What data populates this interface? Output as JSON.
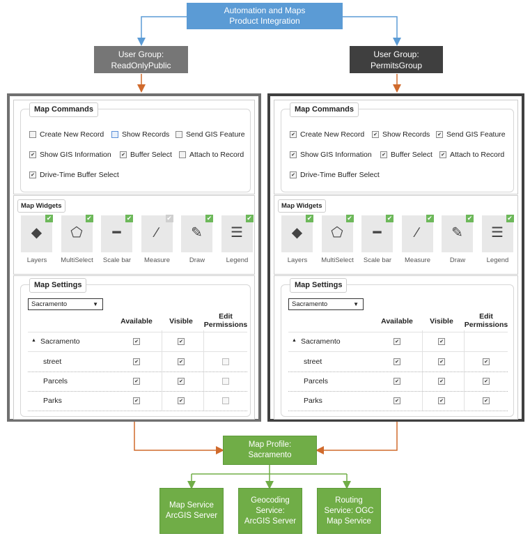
{
  "top_box": {
    "line1": "Automation and Maps",
    "line2": "Product Integration"
  },
  "groups": [
    {
      "line1": "User Group:",
      "line2": "ReadOnlyPublic",
      "color": "#767676"
    },
    {
      "line1": "User Group:",
      "line2": "PermitsGroup",
      "color": "#3f3f3f"
    }
  ],
  "panels": [
    {
      "commands_title": "Map Commands",
      "commands": [
        {
          "label": "Create New Record",
          "checked": false,
          "highlight": false
        },
        {
          "label": "Show Records",
          "checked": false,
          "highlight": true
        },
        {
          "label": "Send GIS Feature",
          "checked": false,
          "highlight": false
        },
        {
          "label": "Show GIS Information",
          "checked": true,
          "highlight": false
        },
        {
          "label": "Buffer Select",
          "checked": true,
          "highlight": false
        },
        {
          "label": "Attach to Record",
          "checked": false,
          "highlight": false
        },
        {
          "label": "Drive-Time Buffer Select",
          "checked": true,
          "highlight": false
        }
      ],
      "widgets_title": "Map Widgets",
      "widgets": [
        {
          "label": "Layers",
          "icon": "layers-icon",
          "on": true
        },
        {
          "label": "MultiSelect",
          "icon": "multiselect-icon",
          "on": true
        },
        {
          "label": "Scale bar",
          "icon": "scalebar-icon",
          "on": true
        },
        {
          "label": "Measure",
          "icon": "measure-icon",
          "on": false
        },
        {
          "label": "Draw",
          "icon": "draw-icon",
          "on": true
        },
        {
          "label": "Legend",
          "icon": "legend-icon",
          "on": true
        }
      ],
      "settings_title": "Map Settings",
      "select_value": "Sacramento",
      "columns": [
        "Available",
        "Visible",
        "Edit Permissions"
      ],
      "rows": [
        {
          "label": "Sacramento",
          "tree": true,
          "available": true,
          "visible": true,
          "edit": null
        },
        {
          "label": "street",
          "tree": false,
          "available": true,
          "visible": true,
          "edit": false
        },
        {
          "label": "Parcels",
          "tree": false,
          "available": true,
          "visible": true,
          "edit": false
        },
        {
          "label": "Parks",
          "tree": false,
          "available": true,
          "visible": true,
          "edit": false
        }
      ]
    },
    {
      "commands_title": "Map Commands",
      "commands": [
        {
          "label": "Create New Record",
          "checked": true,
          "highlight": false
        },
        {
          "label": "Show Records",
          "checked": true,
          "highlight": false
        },
        {
          "label": "Send GIS Feature",
          "checked": true,
          "highlight": false
        },
        {
          "label": "Show GIS Information",
          "checked": true,
          "highlight": false
        },
        {
          "label": "Buffer Select",
          "checked": true,
          "highlight": false
        },
        {
          "label": "Attach to Record",
          "checked": true,
          "highlight": false
        },
        {
          "label": "Drive-Time Buffer Select",
          "checked": true,
          "highlight": false
        }
      ],
      "widgets_title": "Map Widgets",
      "widgets": [
        {
          "label": "Layers",
          "icon": "layers-icon",
          "on": true
        },
        {
          "label": "MultiSelect",
          "icon": "multiselect-icon",
          "on": true
        },
        {
          "label": "Scale bar",
          "icon": "scalebar-icon",
          "on": true
        },
        {
          "label": "Measure",
          "icon": "measure-icon",
          "on": true
        },
        {
          "label": "Draw",
          "icon": "draw-icon",
          "on": true
        },
        {
          "label": "Legend",
          "icon": "legend-icon",
          "on": true
        }
      ],
      "settings_title": "Map Settings",
      "select_value": "Sacramento",
      "columns": [
        "Available",
        "Visible",
        "Edit Permissions"
      ],
      "rows": [
        {
          "label": "Sacramento",
          "tree": true,
          "available": true,
          "visible": true,
          "edit": null
        },
        {
          "label": "street",
          "tree": false,
          "available": true,
          "visible": true,
          "edit": true
        },
        {
          "label": "Parcels",
          "tree": false,
          "available": true,
          "visible": true,
          "edit": true
        },
        {
          "label": "Parks",
          "tree": false,
          "available": true,
          "visible": true,
          "edit": true
        }
      ]
    }
  ],
  "profile": {
    "line1": "Map Profile:",
    "line2": "Sacramento"
  },
  "services": [
    {
      "lines": [
        "Map Service",
        "ArcGIS Server"
      ]
    },
    {
      "lines": [
        "Geocoding",
        "Service:",
        "ArcGIS Server"
      ]
    },
    {
      "lines": [
        "Routing",
        "Service: OGC",
        "Map Service"
      ]
    }
  ],
  "colors": {
    "blue": "#5b9bd5",
    "orange": "#d06a2c",
    "green": "#70ad47"
  }
}
